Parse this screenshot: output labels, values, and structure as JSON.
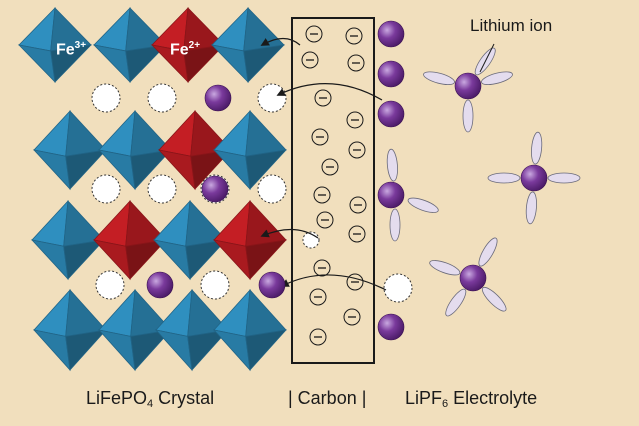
{
  "labels": {
    "fe3": {
      "base": "Fe",
      "charge": "3+"
    },
    "fe2": {
      "base": "Fe",
      "charge": "2+"
    },
    "lithium_ion": "Lithium ion",
    "crystal": {
      "pre": "LiFePO",
      "sub": "4",
      "post": " Crystal"
    },
    "carbon": "| Carbon |",
    "electrolyte": {
      "pre": "LiPF",
      "sub": "6",
      "post": " Electrolyte"
    }
  },
  "colors": {
    "background": "#f1dfbd",
    "fe3_octahedron": "#2f8fbf",
    "fe2_octahedron": "#c41e24",
    "lithium": "#6b2a8a",
    "pf6_lobe": "#e4dcee",
    "vacancy": "#ffffff"
  }
}
